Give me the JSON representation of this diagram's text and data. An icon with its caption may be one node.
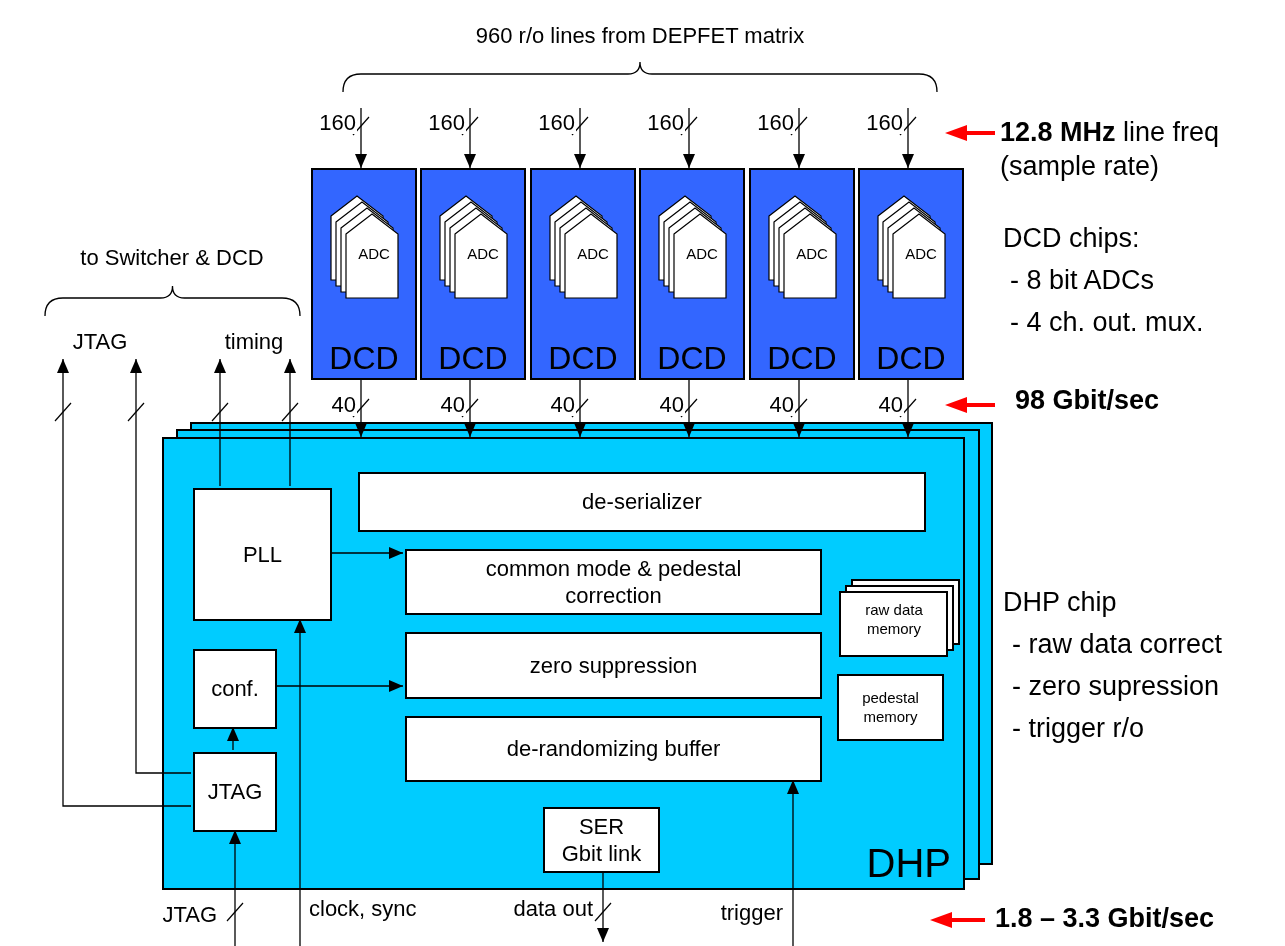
{
  "diagram": {
    "nodes": [
      {
        "text": [
          "DCD"
        ]
      },
      {
        "text": [
          "ADC"
        ],
        "in": 0
      },
      {
        "text": [
          "DCD"
        ]
      },
      {
        "text": [
          "ADC"
        ],
        "in": 2
      },
      {
        "text": [
          "DCD"
        ]
      },
      {
        "text": [
          "ADC"
        ],
        "in": 4
      },
      {
        "text": [
          "DCD"
        ]
      },
      {
        "text": [
          "ADC"
        ],
        "in": 6
      },
      {
        "text": [
          "DCD"
        ]
      },
      {
        "text": [
          "ADC"
        ],
        "in": 8
      },
      {
        "text": [
          "DCD"
        ]
      },
      {
        "text": [
          "ADC"
        ],
        "in": 10
      },
      {
        "text": [
          "DHP"
        ]
      },
      {
        "text": [
          "de-serializer"
        ],
        "in": 12
      },
      {
        "text": [
          "PLL"
        ],
        "in": 12
      },
      {
        "text": [
          "common mode & pedestal correction"
        ],
        "in": 12
      },
      {
        "text": [
          "conf."
        ],
        "in": 12
      },
      {
        "text": [
          "zero suppression"
        ],
        "in": 12
      },
      {
        "text": [
          "raw data memory"
        ],
        "in": 12
      },
      {
        "text": [
          "pedestal memory"
        ],
        "in": 12
      },
      {
        "text": [
          "de-randomizing buffer"
        ],
        "in": 12
      },
      {
        "text": [
          "JTAG"
        ],
        "in": 12
      },
      {
        "text": [
          "SER",
          "Gbit link"
        ],
        "in": 12
      },
      {
        "text": [
          "JTAG"
        ]
      },
      {
        "text": [
          "timing"
        ]
      }
    ],
    "edges": [
      {
        "from": null,
        "to": 0,
        "arrow": "to",
        "label": "160"
      },
      {
        "from": null,
        "to": 2,
        "arrow": "to",
        "label": "160"
      },
      {
        "from": null,
        "to": 4,
        "arrow": "to",
        "label": "160"
      },
      {
        "from": null,
        "to": 6,
        "arrow": "to",
        "label": "160"
      },
      {
        "from": null,
        "to": 8,
        "arrow": "to",
        "label": "160"
      },
      {
        "from": null,
        "to": 10,
        "arrow": "to",
        "label": "160"
      },
      {
        "from": 0,
        "to": 12,
        "arrow": "to",
        "label": "40"
      },
      {
        "from": 2,
        "to": 12,
        "arrow": "to",
        "label": "40"
      },
      {
        "from": 4,
        "to": 12,
        "arrow": "to",
        "label": "40"
      },
      {
        "from": 6,
        "to": 12,
        "arrow": "to",
        "label": "40"
      },
      {
        "from": 8,
        "to": 12,
        "arrow": "to",
        "label": "40"
      },
      {
        "from": 10,
        "to": 12,
        "arrow": "to",
        "label": "40"
      },
      {
        "from": 21,
        "to": 23,
        "arrow": "to"
      },
      {
        "from": 21,
        "to": 23,
        "arrow": "to"
      },
      {
        "from": 14,
        "to": 24,
        "arrow": "to"
      },
      {
        "from": 14,
        "to": 24,
        "arrow": "to"
      },
      {
        "from": 14,
        "to": 15,
        "arrow": "to"
      },
      {
        "from": 16,
        "to": 17,
        "arrow": "to"
      },
      {
        "from": 21,
        "to": 16,
        "arrow": "to"
      },
      {
        "from": null,
        "to": 21,
        "arrow": "to",
        "label": "JTAG"
      },
      {
        "from": null,
        "to": 14,
        "arrow": "to",
        "label": "clock, sync"
      },
      {
        "from": 22,
        "to": null,
        "arrow": "to",
        "label": "data out"
      },
      {
        "from": null,
        "to": 20,
        "arrow": "to",
        "label": "trigger"
      }
    ],
    "labels": [
      "960 r/o lines from DEPFET matrix",
      "to Switcher & DCD",
      "**12.8 MHz** line freq (sample rate)",
      "DCD chips:",
      "- 8 bit ADCs",
      "- 4 ch. out. mux.",
      "98 Gbit/sec",
      "DHP chip",
      "- raw data correct",
      "- zero supression",
      "- trigger r/o",
      "1.8 – 3.3 Gbit/sec"
    ]
  }
}
